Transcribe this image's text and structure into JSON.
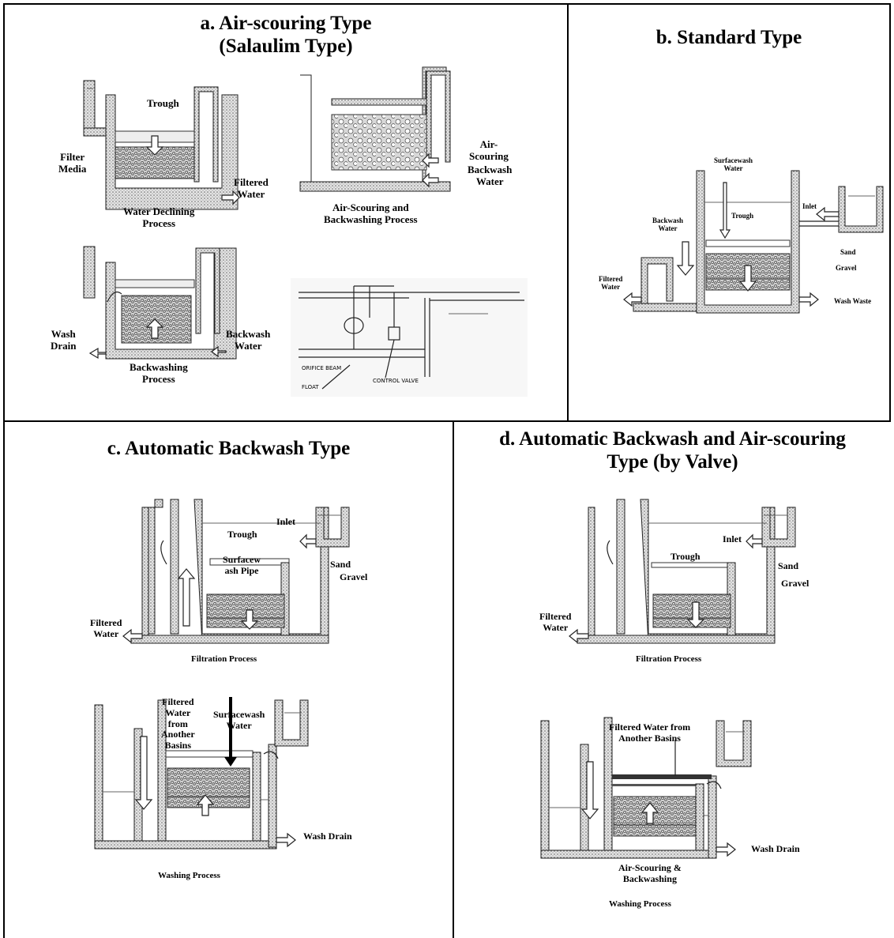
{
  "panels": {
    "a": {
      "title_line1": "a. Air-scouring Type",
      "title_line2": "(Salaulim Type)",
      "labels": {
        "trough": "Trough",
        "filter_media_1": "Filter",
        "filter_media_2": "Media",
        "filtered_water_1": "Filtered",
        "filtered_water_2": "Water",
        "water_declining_1": "Water Declining",
        "water_declining_2": "Process",
        "air_scouring_1": "Air-",
        "air_scouring_2": "Scouring",
        "backwash_water_1": "Backwash",
        "backwash_water_2": "Water",
        "air_backwash_process_1": "Air-Scouring and",
        "air_backwash_process_2": "Backwashing Process",
        "wash_drain_1": "Wash",
        "wash_drain_2": "Drain",
        "backwash_water_b_1": "Backwash",
        "backwash_water_b_2": "Water",
        "backwashing_process_1": "Backwashing",
        "backwashing_process_2": "Process",
        "orifice_beam": "ORIFICE BEAM",
        "float": "FLOAT",
        "control_valve": "CONTROL VALVE"
      }
    },
    "b": {
      "title": "b. Standard Type",
      "labels": {
        "surfacewash_1": "Surfacewash",
        "surfacewash_2": "Water",
        "trough": "Trough",
        "inlet": "Inlet",
        "backwash_1": "Backwash",
        "backwash_2": "Water",
        "sand": "Sand",
        "gravel": "Gravel",
        "filtered_1": "Filtered",
        "filtered_2": "Water",
        "wash_waste": "Wash Waste"
      }
    },
    "c": {
      "title": "c. Automatic Backwash Type",
      "labels": {
        "inlet": "Inlet",
        "trough": "Trough",
        "sand": "Sand",
        "surfacewash_pipe_1": "Surfacew",
        "surfacewash_pipe_2": "ash Pipe",
        "gravel": "Gravel",
        "filtered_1": "Filtered",
        "filtered_2": "Water",
        "filtration_process": "Filtration Process",
        "fw_another_1": "Filtered",
        "fw_another_2": "Water",
        "fw_another_3": "from",
        "fw_another_4": "Another",
        "fw_another_5": "Basins",
        "surfacewash_1": "Surfacewash",
        "surfacewash_2": "Water",
        "wash_drain": "Wash Drain",
        "washing_process": "Washing Process"
      }
    },
    "d": {
      "title_line1": "d. Automatic Backwash and Air-scouring",
      "title_line2": "Type (by Valve)",
      "labels": {
        "inlet": "Inlet",
        "trough": "Trough",
        "sand": "Sand",
        "gravel": "Gravel",
        "filtered_1": "Filtered",
        "filtered_2": "Water",
        "filtration_process": "Filtration Process",
        "fw_another_1": "Filtered Water from",
        "fw_another_2": "Another Basins",
        "wash_drain": "Wash Drain",
        "air_backwash_1": "Air-Scouring &",
        "air_backwash_2": "Backwashing",
        "washing_process": "Washing Process"
      }
    }
  }
}
